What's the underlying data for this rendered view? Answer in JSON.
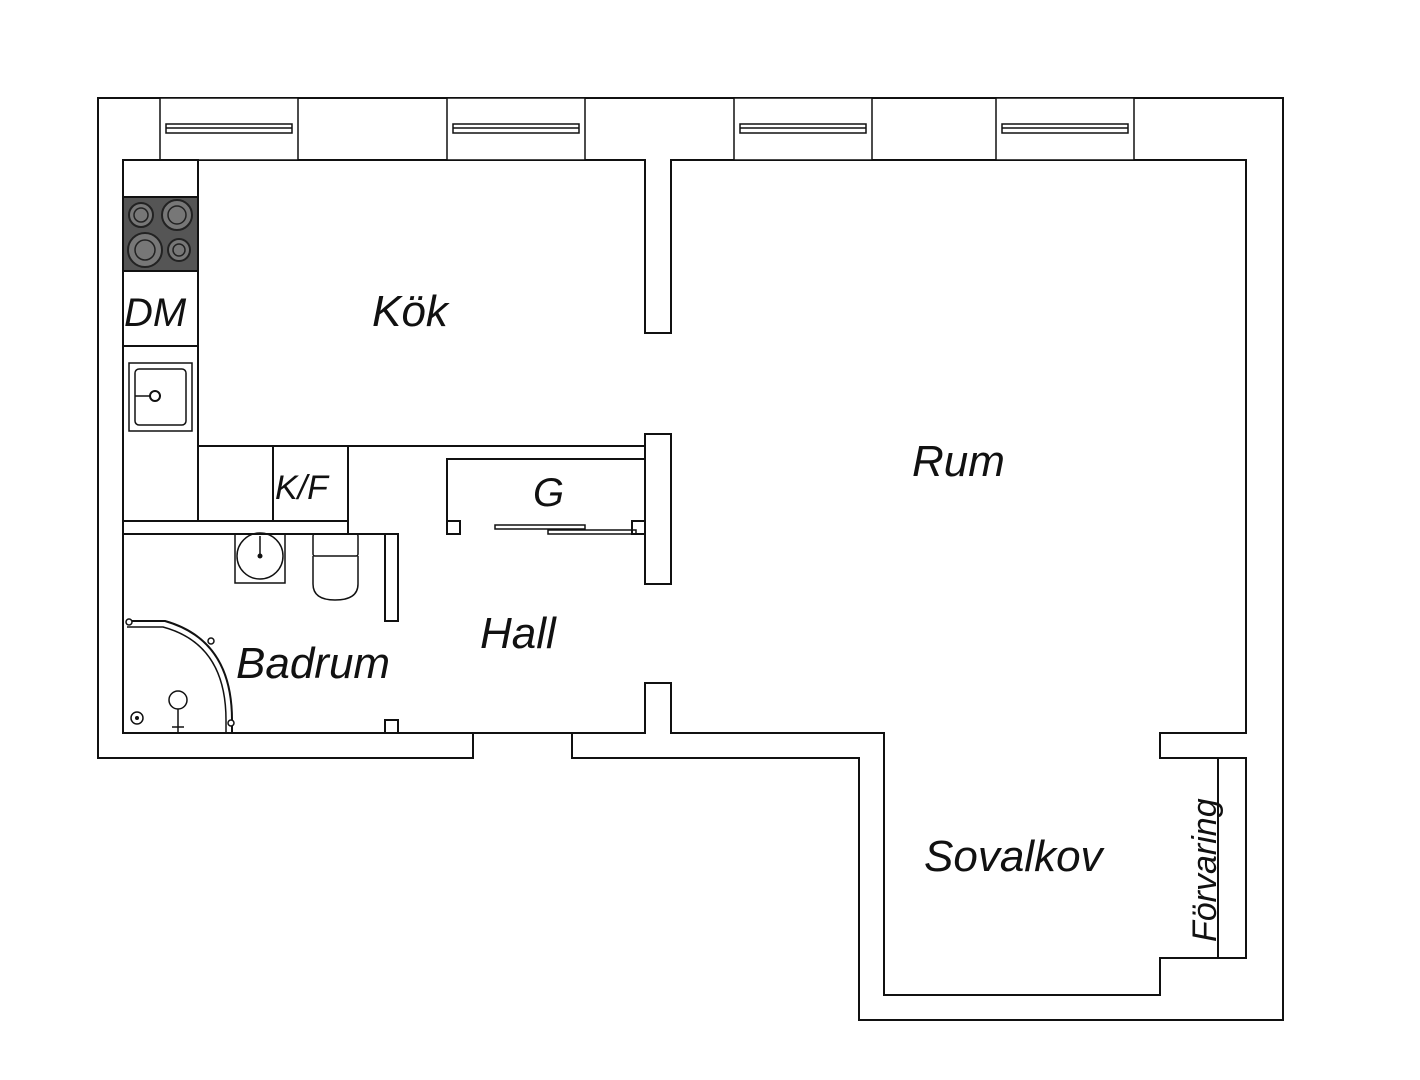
{
  "plan": {
    "rooms": {
      "kok": "Kök",
      "rum": "Rum",
      "hall": "Hall",
      "badrum": "Badrum",
      "sovalkov": "Sovalkov",
      "forvaring": "Förvaring",
      "garderob": "G",
      "kyl_frys": "K/F",
      "diskmaskin": "DM"
    },
    "colors": {
      "line": "#111111",
      "background": "#ffffff",
      "stove": "#555555"
    },
    "icons": [
      "stove-icon",
      "kitchen-sink-icon",
      "washbasin-icon",
      "toilet-icon",
      "shower-icon"
    ]
  }
}
